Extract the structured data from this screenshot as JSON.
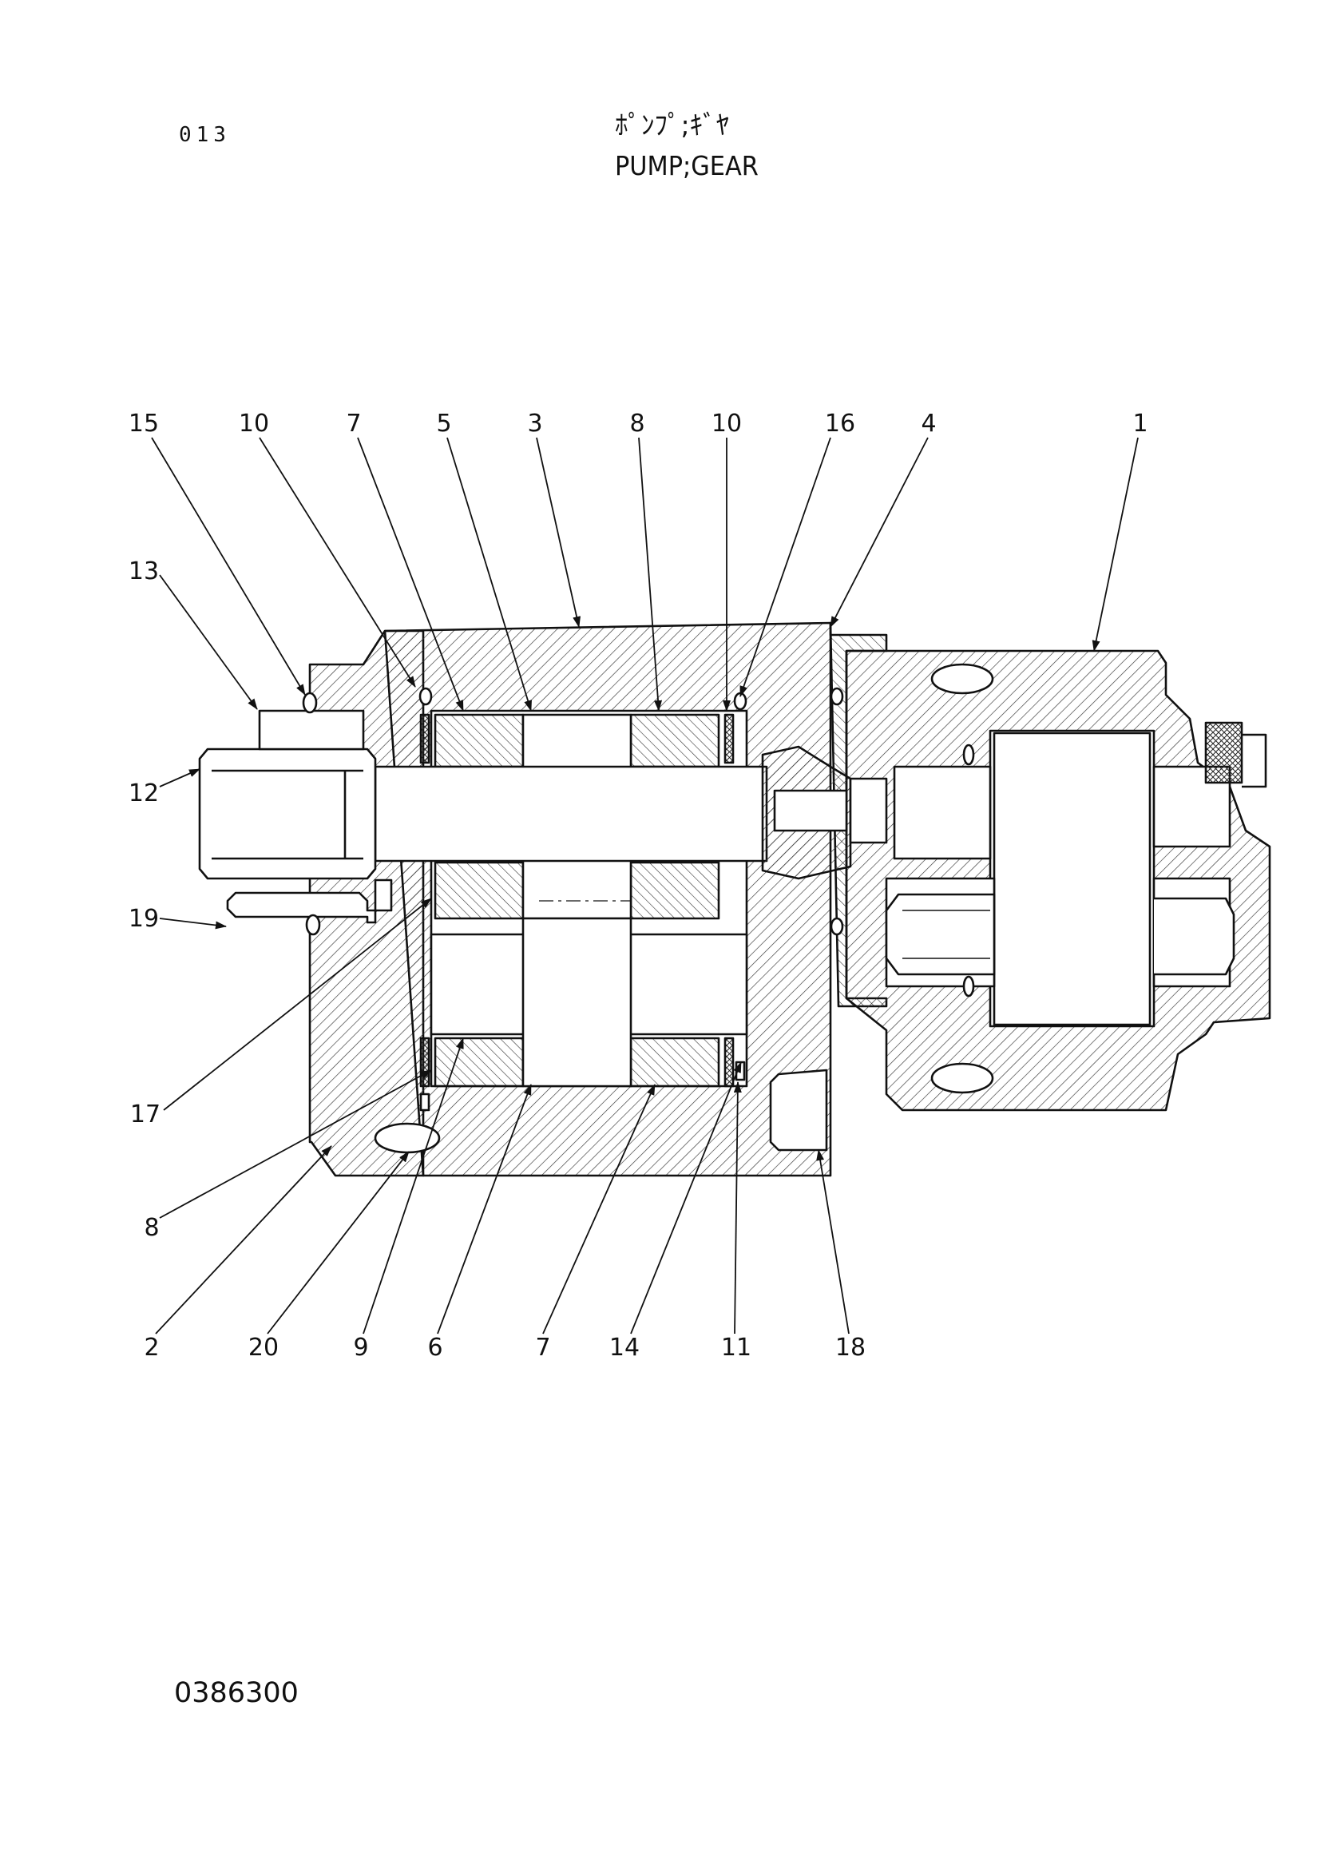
{
  "header": {
    "page_code": "013",
    "title_jp": "ﾎﾟﾝﾌﾟ;ｷﾞﾔ",
    "title_en": "PUMP;GEAR"
  },
  "footer": {
    "drawing_number": "0386300"
  },
  "callouts": {
    "top": [
      "15",
      "10",
      "7",
      "5",
      "3",
      "8",
      "10",
      "16",
      "4",
      "1"
    ],
    "left": [
      "13",
      "12",
      "19",
      "17",
      "8"
    ],
    "bottom": [
      "2",
      "20",
      "9",
      "6",
      "7",
      "14",
      "11",
      "18"
    ]
  },
  "colors": {
    "ink": "#111111",
    "paper": "#ffffff"
  }
}
